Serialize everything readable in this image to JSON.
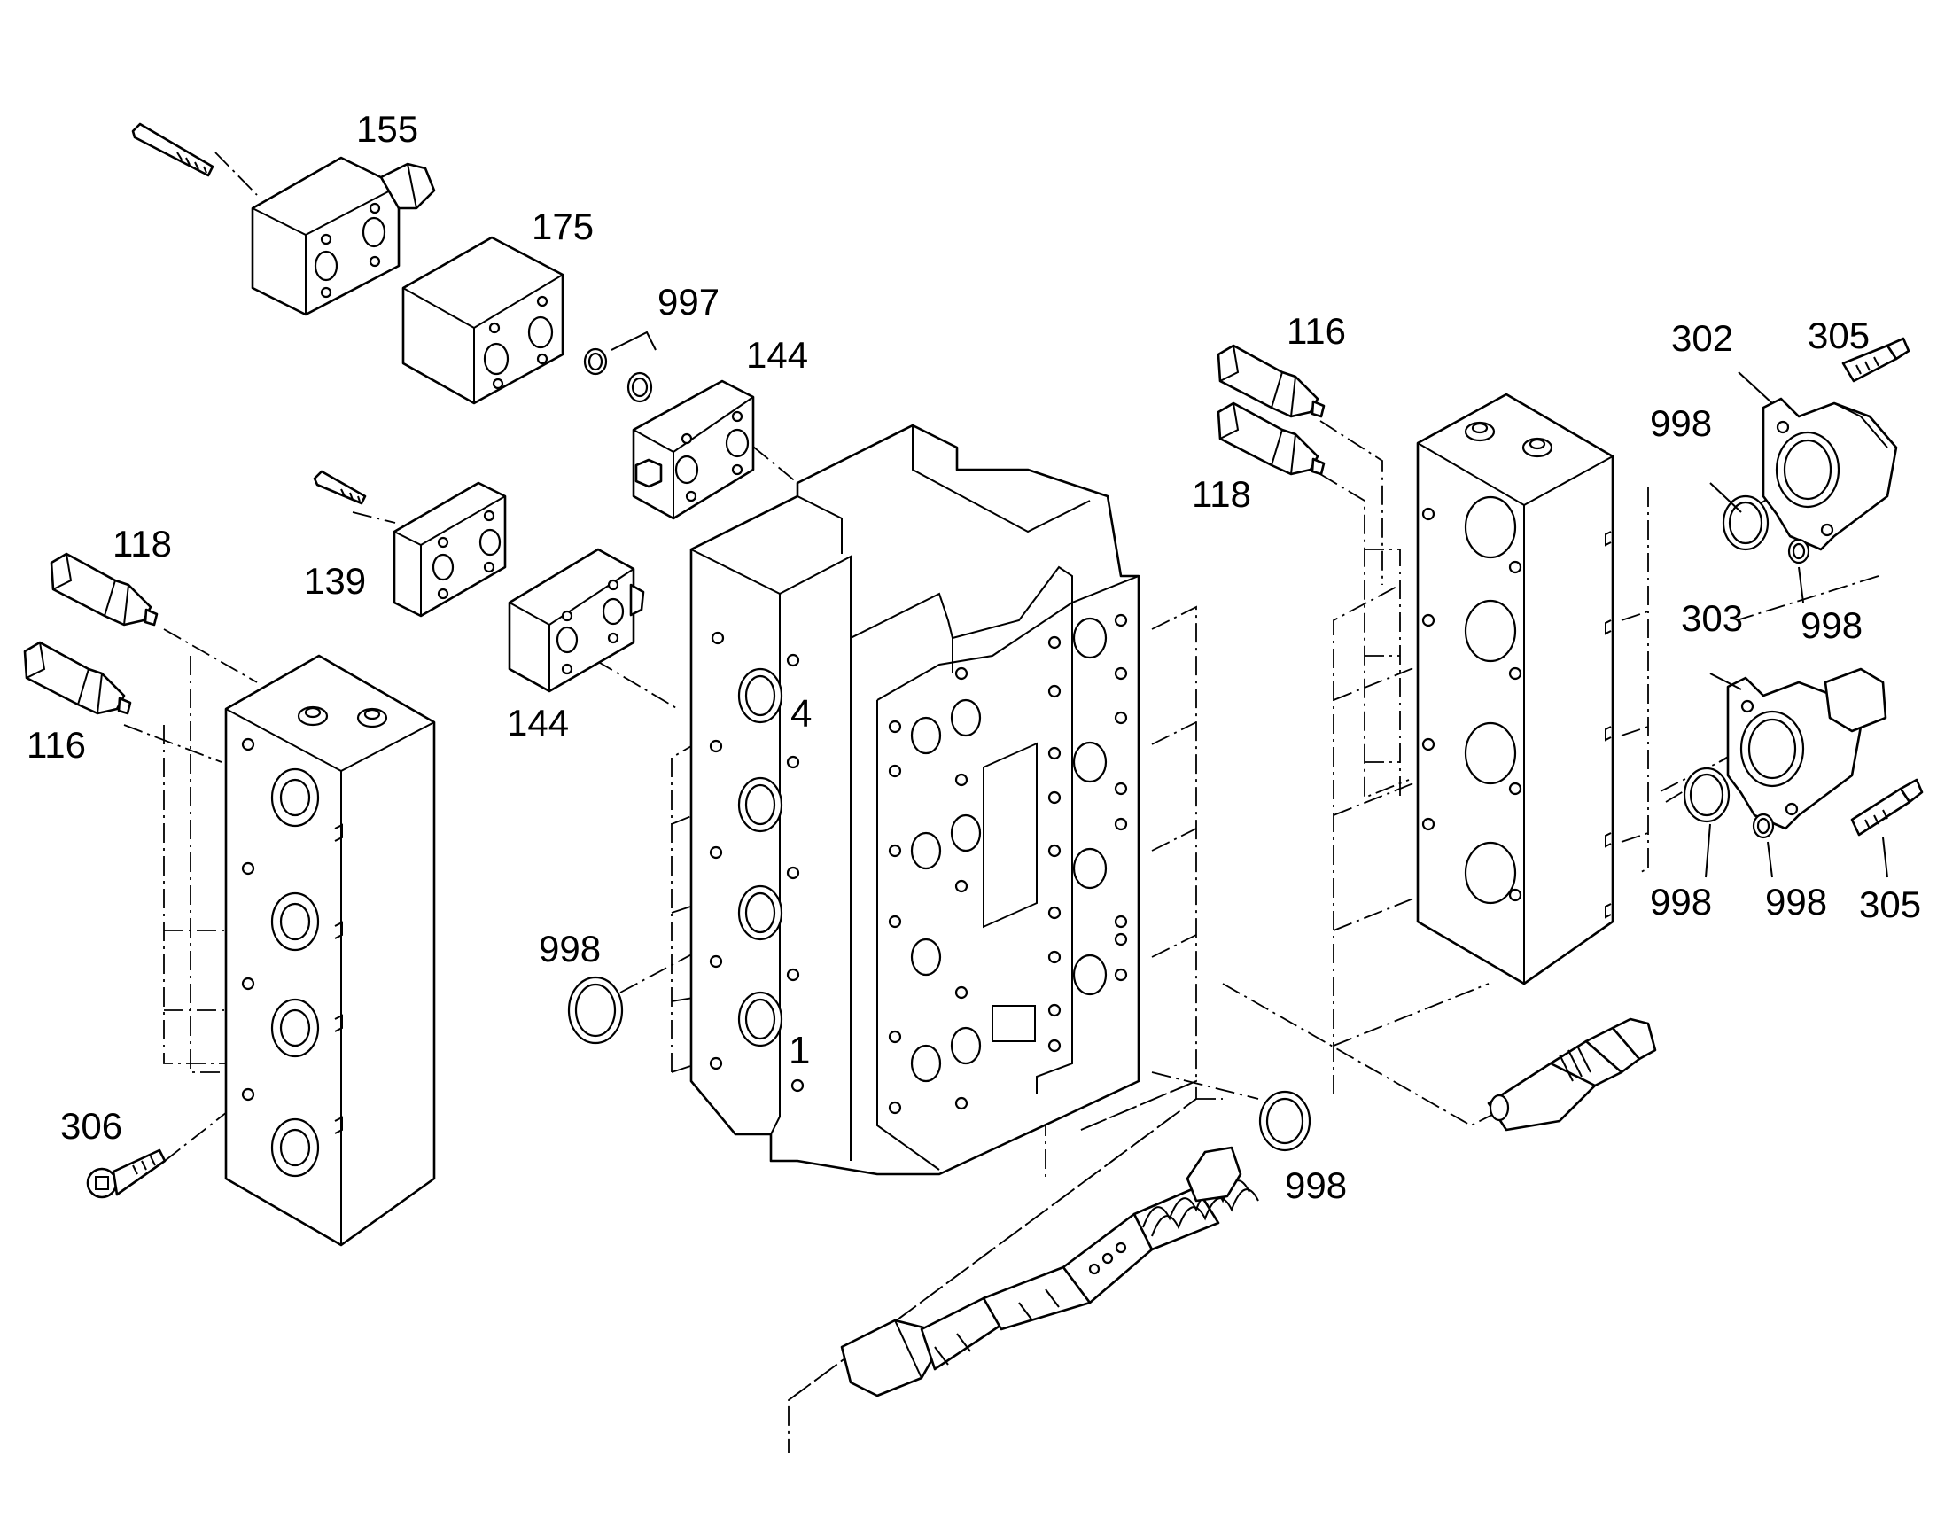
{
  "labels": {
    "p155": "155",
    "p175": "175",
    "p997": "997",
    "p144_top": "144",
    "p139": "139",
    "p144_mid": "144",
    "p118_left": "118",
    "p116_left": "116",
    "p306": "306",
    "p998_center": "998",
    "p998_bottom": "998",
    "p116_right": "116",
    "p118_right": "118",
    "p302": "302",
    "p305_top": "305",
    "p998_r1": "998",
    "p998_r2": "998",
    "p303": "303",
    "p305_bottom": "305",
    "p998_r3": "998",
    "p998_r4": "998"
  },
  "position_marks": {
    "four": "4",
    "one": "1"
  }
}
